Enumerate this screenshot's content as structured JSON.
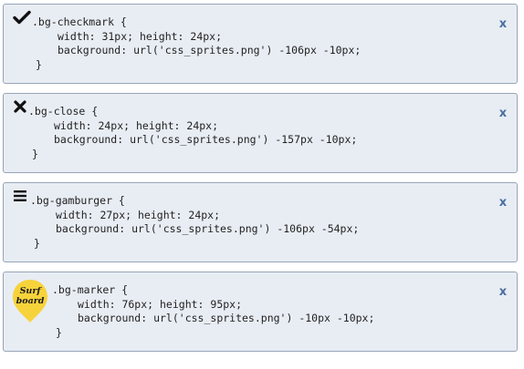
{
  "cards": [
    {
      "icon": "checkmark-icon",
      "selector": ".bg-checkmark {",
      "size_line": "width: 31px; height: 24px;",
      "bg_line": "background: url('css_sprites.png') -106px -10px;",
      "close_brace": "}",
      "close_label": "x"
    },
    {
      "icon": "close-icon",
      "selector": ".bg-close {",
      "size_line": "width: 24px; height: 24px;",
      "bg_line": "background: url('css_sprites.png') -157px -10px;",
      "close_brace": "}",
      "close_label": "x"
    },
    {
      "icon": "hamburger-menu-icon",
      "selector": ".bg-gamburger {",
      "size_line": "width: 27px; height: 24px;",
      "bg_line": "background: url('css_sprites.png') -106px -54px;",
      "close_brace": "}",
      "close_label": "x"
    },
    {
      "icon": "surfboard-marker-icon",
      "icon_text": [
        "Surf",
        "board"
      ],
      "selector": ".bg-marker {",
      "size_line": "width: 76px; height: 95px;",
      "bg_line": "background: url('css_sprites.png') -10px -10px;",
      "close_brace": "}",
      "close_label": "x"
    }
  ],
  "colors": {
    "card_background": "#e8edf4",
    "card_border": "#97a5b6",
    "close_link": "#4a6fa0",
    "marker_fill": "#f7d33b"
  }
}
